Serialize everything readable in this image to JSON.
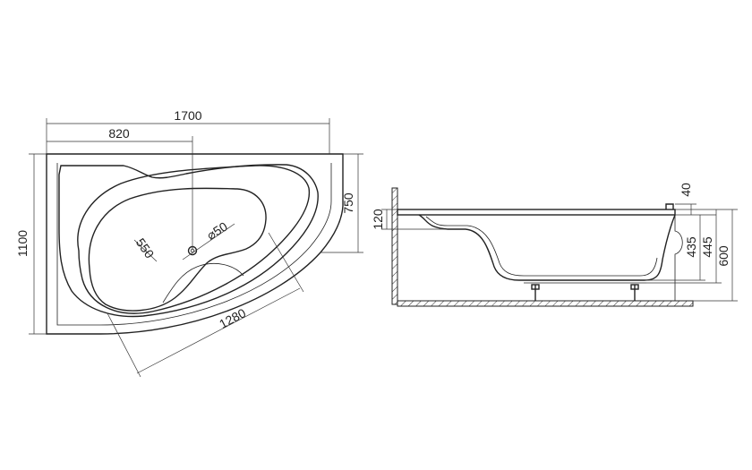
{
  "plan_view": {
    "width": "1700",
    "offset": "820",
    "depth": "1100",
    "short_side": "750",
    "diagonal_length": "1280",
    "inner_width": "550",
    "drain": "⌀50"
  },
  "side_view": {
    "rim_thickness": "40",
    "rim_offset": "120",
    "inner_depth": "435",
    "tub_depth": "445",
    "total_height": "600"
  }
}
